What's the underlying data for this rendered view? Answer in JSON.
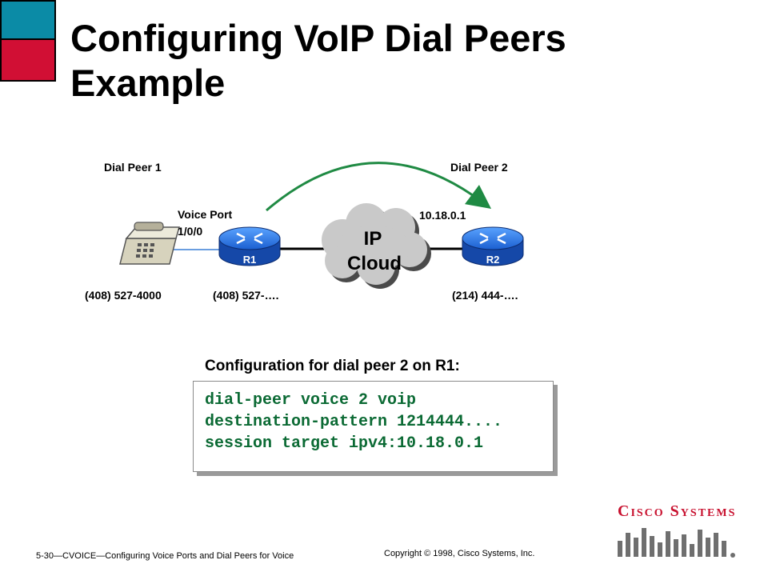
{
  "slide": {
    "title": "Configuring VoIP Dial Peers Example",
    "colors": {
      "teal": "#0b8ba6",
      "red": "#d10f34",
      "code_green": "#0b6a34",
      "arc_green": "#1f8a43"
    }
  },
  "diagram": {
    "dial_peer_1": "Dial Peer 1",
    "dial_peer_2": "Dial Peer 2",
    "voice_port_label": "Voice Port",
    "voice_port_id": "1/0/0",
    "phone_number": "(408) 527-4000",
    "r1_pattern": "(408) 527-….",
    "r2_pattern": "(214) 444-….",
    "r2_ip": "10.18.0.1",
    "r1_label": "R1",
    "r2_label": "R2",
    "cloud_line1": "IP",
    "cloud_line2": "Cloud",
    "icons": [
      "telephone-icon",
      "router-r1-icon",
      "router-r2-icon",
      "ip-cloud-icon",
      "curved-arrow-icon"
    ]
  },
  "config": {
    "heading": "Configuration for dial peer 2 on R1:",
    "lines": [
      "dial-peer voice 2 voip",
      "destination-pattern 1214444....",
      "session target ipv4:10.18.0.1"
    ]
  },
  "footer": {
    "left": "5-30—CVOICE—Configuring Voice Ports and Dial Peers for Voice",
    "copyright": "Copyright © 1998, Cisco Systems, Inc.",
    "logo_text": "Cisco Systems"
  }
}
